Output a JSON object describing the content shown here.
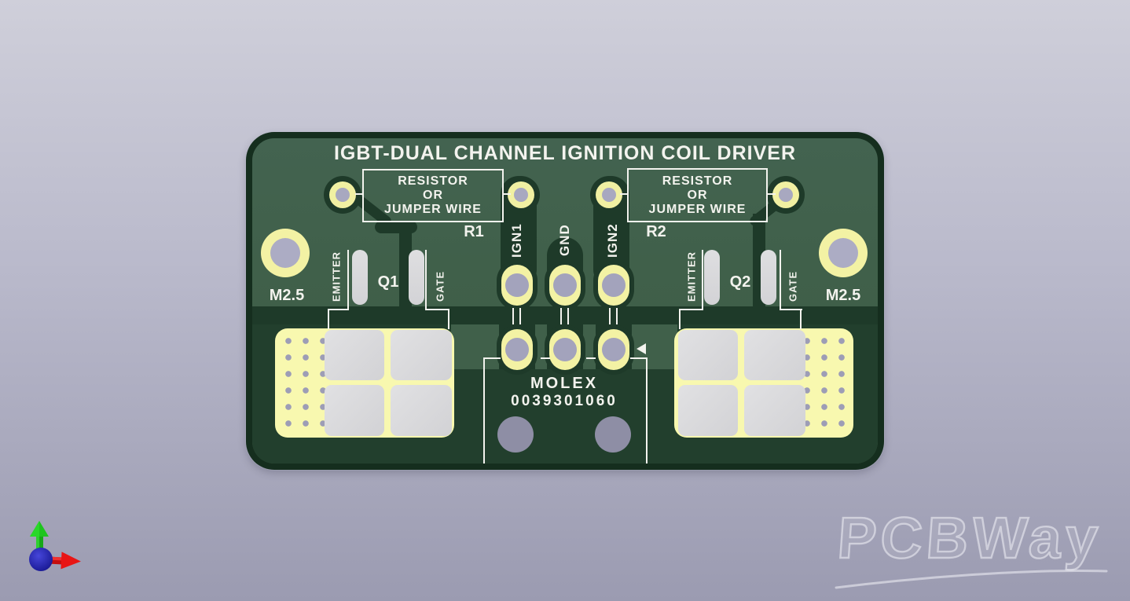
{
  "viewport": {
    "watermark": "PCBWay",
    "background_top": "#cfcfda",
    "background_bottom": "#9b9bb1"
  },
  "board": {
    "title": "IGBT-DUAL CHANNEL IGNITION COIL DRIVER",
    "notes": [
      {
        "ref": "R1",
        "line1": "RESISTOR",
        "line2": "OR",
        "line3": "JUMPER WIRE"
      },
      {
        "ref": "R2",
        "line1": "RESISTOR",
        "line2": "OR",
        "line3": "JUMPER WIRE"
      }
    ],
    "signals": [
      "IGN1",
      "GND",
      "IGN2"
    ],
    "transistors": [
      {
        "ref": "Q1",
        "pin_left": "EMITTER",
        "pin_right": "GATE"
      },
      {
        "ref": "Q2",
        "pin_left": "EMITTER",
        "pin_right": "GATE"
      }
    ],
    "mounting_holes": [
      {
        "label": "M2.5"
      },
      {
        "label": "M2.5"
      }
    ],
    "connector": {
      "name": "MOLEX",
      "part_number": "0039301060"
    },
    "pin1_marker_icon": "left-triangle-icon",
    "colors": {
      "soldermask": "#40604a",
      "copper_dark": "#1e3a29",
      "board_edge": "#152e1e",
      "pad_gold": "#f3f2a4",
      "silkscreen": "#f3f3ee",
      "paste_gray": "#d9d9db",
      "hole_lavender": "#a8a8c0",
      "connector_hole": "#8e8ea5"
    }
  },
  "axis_gizmo": {
    "icon": "xyz-axis-icon",
    "up_axis_color": "#1ec41e",
    "right_axis_color": "#e81515",
    "origin_color": "#2020c0"
  }
}
